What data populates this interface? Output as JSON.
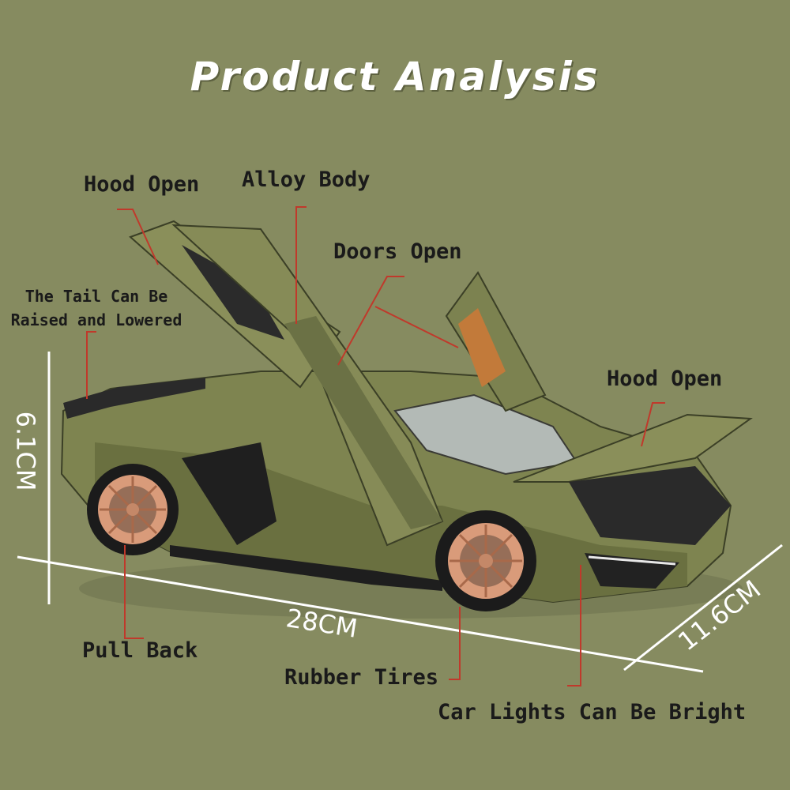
{
  "title": "Product Analysis",
  "features": {
    "hood_open_rear": "Hood Open",
    "alloy_body": "Alloy Body",
    "doors_open": "Doors Open",
    "tail": [
      "The Tail Can Be",
      "Raised and Lowered"
    ],
    "hood_open_front": "Hood Open",
    "pull_back": "Pull Back",
    "rubber_tires": "Rubber Tires",
    "car_lights": "Car Lights Can Be Bright"
  },
  "dimensions": {
    "height": "6.1CM",
    "length": "28CM",
    "width": "11.6CM"
  },
  "colors": {
    "background": "#868b60",
    "car_body": "#7e8450",
    "wheel": "#d99b7a",
    "callout_line": "#c0392b"
  }
}
